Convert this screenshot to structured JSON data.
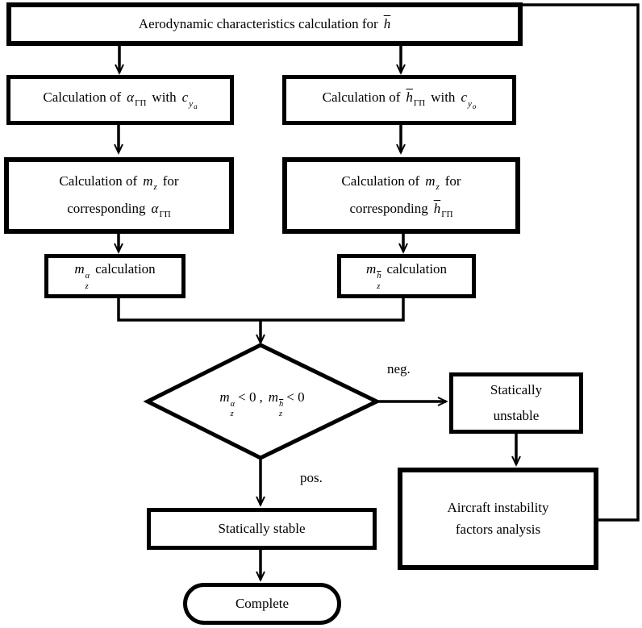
{
  "figure": {
    "type": "flowchart",
    "topic": "Aircraft longitudinal static stability calculation"
  },
  "nodes": {
    "start": {
      "text": "Aerodynamic characteristics calculation for",
      "var": "h"
    },
    "calcAlpha": {
      "text": "Calculation of",
      "var": "α",
      "varSub": "ГП",
      "conj": "with",
      "coef": "c",
      "coefSub": "y",
      "coefSubSub": "a"
    },
    "calcH": {
      "text": "Calculation of",
      "var": "h",
      "varSub": "ГП",
      "conj": "with",
      "coef": "c",
      "coefSub": "y",
      "coefSubSub": "o"
    },
    "mzForAlpha": {
      "line1a": "Calculation of",
      "m": "m",
      "mSub": "z",
      "line1b": "for",
      "line2a": "corresponding",
      "var": "α",
      "varSub": "ГП"
    },
    "mzForH": {
      "line1a": "Calculation of",
      "m": "m",
      "mSub": "z",
      "line1b": "for",
      "line2a": "corresponding",
      "var": "h",
      "varSub": "ГП"
    },
    "mzAlphaCalc": {
      "m": "m",
      "sup": "α",
      "sub": "z",
      "text": "calculation"
    },
    "mzHCalc": {
      "m": "m",
      "sup": "h",
      "sub": "z",
      "text": "calculation"
    },
    "decision": {
      "m1": "m",
      "sup1": "α",
      "sub1": "z",
      "rel1": "< 0",
      "sep": ",",
      "m2": "m",
      "sup2": "h",
      "sub2": "z",
      "rel2": "< 0"
    },
    "unstable": {
      "line1": "Statically",
      "line2": "unstable"
    },
    "stable": {
      "text": "Statically stable"
    },
    "analysis": {
      "line1": "Aircraft instability",
      "line2": "factors analysis"
    },
    "complete": {
      "text": "Complete"
    }
  },
  "labels": {
    "neg": "neg.",
    "pos": "pos."
  },
  "colors": {
    "line": "#000000",
    "background": "#ffffff"
  }
}
